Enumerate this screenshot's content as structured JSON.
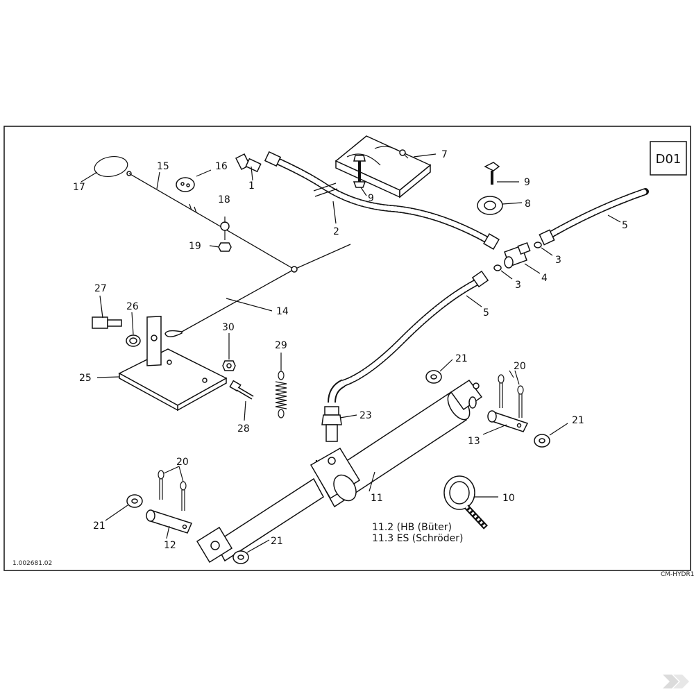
{
  "diagram": {
    "sheet_code": "D01",
    "drawing_number": "1.002681.02",
    "ref_code": "CM-HYDR1",
    "variants": [
      "11.2 (HB (Büter)",
      "11.3 ES (Schröder)"
    ],
    "callouts": {
      "c1": "1",
      "c2": "2",
      "c3a": "3",
      "c3b": "3",
      "c4": "4",
      "c5a": "5",
      "c5b": "5",
      "c7": "7",
      "c8": "8",
      "c9a": "9",
      "c9b": "9",
      "c10": "10",
      "c11": "11",
      "c12": "12",
      "c13": "13",
      "c14": "14",
      "c15": "15",
      "c16": "16",
      "c17": "17",
      "c18": "18",
      "c19": "19",
      "c20a": "20",
      "c20b": "20",
      "c21a": "21",
      "c21b": "21",
      "c21c": "21",
      "c21d": "21",
      "c23": "23",
      "c25": "25",
      "c26": "26",
      "c27": "27",
      "c28": "28",
      "c29": "29",
      "c30": "30"
    }
  }
}
